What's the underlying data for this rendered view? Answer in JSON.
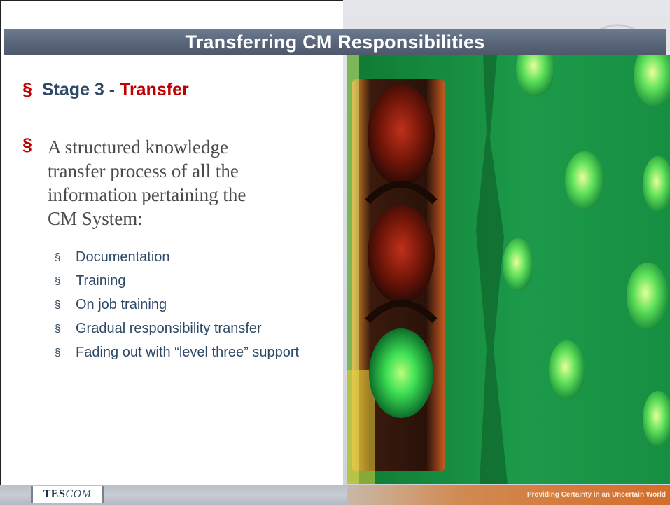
{
  "slide": {
    "title": "Transferring CM Responsibilities",
    "stage_prefix": "Stage 3 - ",
    "stage_accent": "Transfer",
    "bullet_marker": "§",
    "body_text": "A structured knowledge transfer process of all the information pertaining the CM System:",
    "sub_items": [
      "Documentation",
      "Training",
      "On job training",
      "Gradual responsibility transfer",
      "Fading out with “level three” support"
    ]
  },
  "footer": {
    "logo_bold": "TES",
    "logo_italic": "COM",
    "tagline": "Providing Certainty in an Uncertain World"
  },
  "colors": {
    "title_bar": "#5a667a",
    "accent_red": "#c00000",
    "text_blue": "#2f4a66",
    "footer_orange": "#d46d2a"
  },
  "icons": {
    "bullet": "section-sign-icon",
    "photo": "traffic-light-photo"
  }
}
